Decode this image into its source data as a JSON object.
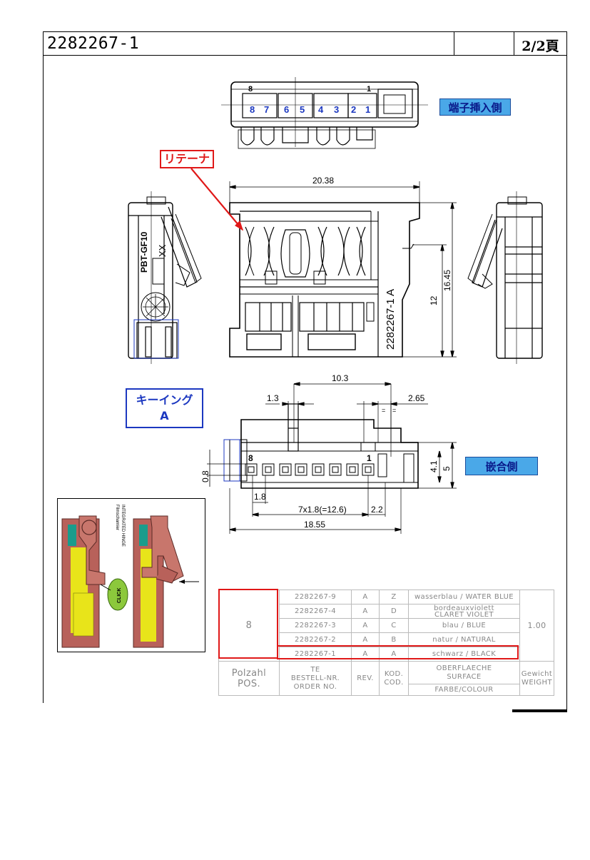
{
  "header": {
    "part_number": "2282267-1",
    "page": "2/2頁"
  },
  "labels": {
    "terminal_side": "端子挿入側",
    "retainer": "リテーナ",
    "keying_line1": "キーイング",
    "keying_line2": "A",
    "mating_side": "嵌合側"
  },
  "pin_numbers": [
    "8",
    "7",
    "6",
    "5",
    "4",
    "3",
    "2",
    "1"
  ],
  "top_view": {
    "pin_left": "8",
    "pin_right": "1"
  },
  "front_view": {
    "pin_left": "8",
    "pin_right": "1"
  },
  "dimensions": {
    "width_top": "20.38",
    "height_total": "16.45",
    "height_12": "12",
    "pitch_10_3": "10.3",
    "offset_1_3": "1.3",
    "dim_2_65": "2.65",
    "equal_mark": "=",
    "dim_4_1": "4.1",
    "dim_5": "5",
    "dim_0_8": "0.8",
    "dim_1_8": "1.8",
    "pitch_total": "7x1.8(=12.6)",
    "dim_2_2": "2.2",
    "width_bottom": "18.55"
  },
  "side_view_text": {
    "material": "PBT-GF10",
    "code": "XX",
    "marking": "2282267-1  A"
  },
  "inset": {
    "hinge_label_1": "INTEGRATED HINGE",
    "hinge_label_2": "Filmscharnier",
    "click_label": "CLICK"
  },
  "table": {
    "pos_value": "8",
    "weight_value": "1.00",
    "rows": [
      {
        "part": "2282267-9",
        "rev": "A",
        "kod": "Z",
        "color": "wasserblau / WATER BLUE"
      },
      {
        "part": "2282267-4",
        "rev": "A",
        "kod": "D",
        "color_line1": "bordeauxviolett",
        "color_line2": "CLARET VIOLET"
      },
      {
        "part": "2282267-3",
        "rev": "A",
        "kod": "C",
        "color": "blau / BLUE"
      },
      {
        "part": "2282267-2",
        "rev": "A",
        "kod": "B",
        "color": "natur / NATURAL"
      },
      {
        "part": "2282267-1",
        "rev": "A",
        "kod": "A",
        "color": "schwarz / BLACK"
      }
    ],
    "header": {
      "pos_line1": "Polzahl",
      "pos_line2": "POS.",
      "order_line1": "TE",
      "order_line2": "BESTELL-NR.",
      "order_line3": "ORDER NO.",
      "rev": "REV.",
      "kod_line1": "KOD.",
      "kod_line2": "COD.",
      "surface_line1": "OBERFLAECHE",
      "surface_line2": "SURFACE",
      "colour": "FARBE/COLOUR",
      "weight_line1": "Gewicht",
      "weight_line2": "WEIGHT"
    }
  },
  "colors": {
    "label_blue_bg": "#4aa8e8",
    "label_blue_text": "#0a1a8a",
    "highlight_red": "#e01818",
    "keying_blue": "#1c38c0",
    "pin_number_blue": "#1c38c0",
    "inset_brown": "#b8615a",
    "inset_yellow": "#e8e41a",
    "inset_teal": "#1a9c8c",
    "inset_green": "#8cc83c"
  }
}
